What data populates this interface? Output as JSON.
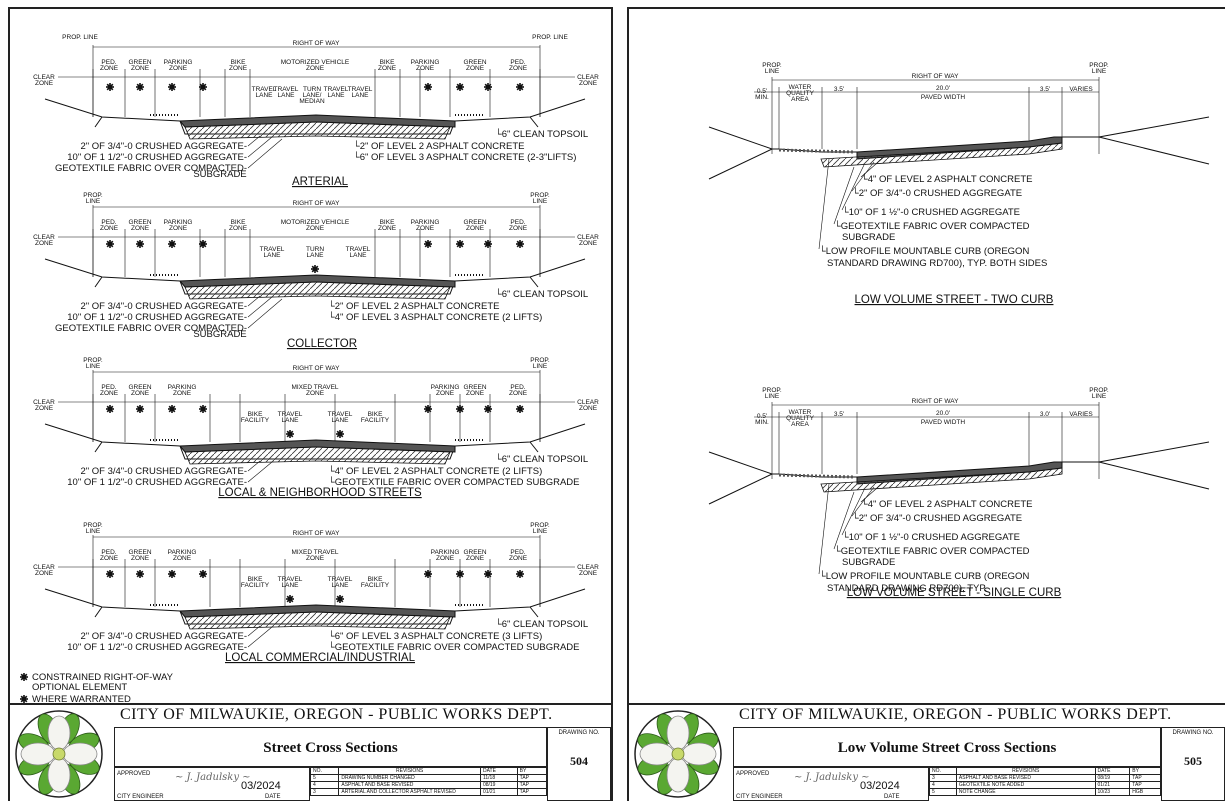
{
  "common": {
    "prop_line": "PROP. LINE",
    "prop_line_stacked": [
      "PROP.",
      "LINE"
    ],
    "right_of_way": "RIGHT OF WAY",
    "clear_zone": [
      "CLEAR",
      "ZONE"
    ],
    "ped_zone": [
      "PED.",
      "ZONE"
    ],
    "green_zone": [
      "GREEN",
      "ZONE"
    ],
    "parking_zone": [
      "PARKING",
      "ZONE"
    ],
    "bike_zone": [
      "BIKE",
      "ZONE"
    ],
    "clean_topsoil": "6\" CLEAN TOPSOIL",
    "subgrade": "SUBGRADE"
  },
  "left_sheet": {
    "sections": [
      {
        "title": "ARTERIAL",
        "center_label": [
          "MOTORIZED VEHICLE",
          "ZONE"
        ],
        "lane_labels": [
          "TRAVEL",
          "LANE",
          "TRAVEL",
          "LANE",
          "TURN",
          "LANE/",
          "MEDIAN",
          "TRAVEL",
          "LANE",
          "TRAVEL",
          "LANE"
        ],
        "callouts_left": [
          "2\" OF 3/4\"-0 CRUSHED AGGREGATE",
          "10\" OF 1 1/2\"-0 CRUSHED AGGREGATE",
          "GEOTEXTILE FABRIC OVER COMPACTED"
        ],
        "callouts_right": [
          "2\" OF LEVEL 2 ASPHALT CONCRETE",
          "6\" OF LEVEL 3 ASPHALT CONCRETE (2-3\"LIFTS)"
        ]
      },
      {
        "title": "COLLECTOR",
        "center_label": [
          "MOTORIZED VEHICLE",
          "ZONE"
        ],
        "lane_labels": [
          "TRAVEL",
          "LANE",
          "TURN",
          "LANE",
          "TRAVEL",
          "LANE"
        ],
        "callouts_left": [
          "2\" OF 3/4\"-0 CRUSHED AGGREGATE",
          "10\" OF 1 1/2\"-0 CRUSHED AGGREGATE",
          "GEOTEXTILE FABRIC OVER COMPACTED"
        ],
        "callouts_right": [
          "2\" OF LEVEL 2 ASPHALT CONCRETE",
          "4\" OF LEVEL 3 ASPHALT CONCRETE (2 LIFTS)"
        ]
      },
      {
        "title": "LOCAL & NEIGHBORHOOD STREETS",
        "center_label": [
          "MIXED TRAVEL",
          "ZONE"
        ],
        "lane_labels": [
          "BIKE",
          "FACILITY",
          "TRAVEL",
          "LANE",
          "TRAVEL",
          "LANE",
          "BIKE",
          "FACILITY"
        ],
        "callouts_left": [
          "2\" OF 3/4\"-0 CRUSHED AGGREGATE",
          "10\" OF 1 1/2\"-0 CRUSHED AGGREGATE"
        ],
        "callouts_right": [
          "4\" OF LEVEL 2 ASPHALT CONCRETE (2 LIFTS)",
          "GEOTEXTILE FABRIC OVER COMPACTED SUBGRADE"
        ]
      },
      {
        "title": "LOCAL COMMERCIAL/INDUSTRIAL",
        "center_label": [
          "MIXED TRAVEL",
          "ZONE"
        ],
        "lane_labels": [
          "BIKE",
          "FACILITY",
          "TRAVEL",
          "LANE",
          "TRAVEL",
          "LANE",
          "BIKE",
          "FACILITY"
        ],
        "callouts_left": [
          "2\" OF 3/4\"-0 CRUSHED AGGREGATE",
          "10\" OF 1 1/2\"-0 CRUSHED AGGREGATE"
        ],
        "callouts_right": [
          "6\" OF LEVEL 3 ASPHALT CONCRETE (3 LIFTS)",
          "GEOTEXTILE FABRIC OVER COMPACTED SUBGRADE"
        ]
      }
    ],
    "legend": [
      "CONSTRAINED RIGHT-OF-WAY",
      "OPTIONAL ELEMENT",
      "WHERE WARRANTED"
    ],
    "title_block": {
      "city": "CITY OF MILWAUKIE, OREGON - PUBLIC WORKS DEPT.",
      "sheet_title": "Street Cross Sections",
      "drawing_no_label": "DRAWING NO.",
      "drawing_no": "504",
      "approved_label": "APPROVED",
      "date": "03/2024",
      "engineer_label": "CITY ENGINEER",
      "date_label": "DATE",
      "rev_headers": [
        "NO.",
        "REVISIONS",
        "DATE",
        "BY"
      ],
      "revisions": [
        [
          "5",
          "DRAWING NUMBER CHANGED",
          "11/18",
          "TAP"
        ],
        [
          "4",
          "ASPHALT AND BASE REVISED",
          "08/19",
          "TAP"
        ],
        [
          "3",
          "ARTERIAL AND COLLECTOR ASPHALT REVISED",
          "01/21",
          "TAP"
        ]
      ]
    }
  },
  "right_sheet": {
    "sections": [
      {
        "title": "LOW VOLUME STREET - TWO CURB",
        "dims": [
          "0.5'",
          "MIN.",
          "3.5'",
          "20.0'",
          "PAVED WIDTH",
          "3.5'",
          "VARIES"
        ],
        "water_quality": [
          "WATER",
          "QUALITY",
          "AREA"
        ],
        "callouts": [
          "4\" OF LEVEL 2 ASPHALT CONCRETE",
          "2\" OF 3/4\"-0 CRUSHED AGGREGATE",
          "10\" OF 1 ½\"-0 CRUSHED AGGREGATE",
          "GEOTEXTILE FABRIC OVER COMPACTED",
          "SUBGRADE",
          "LOW PROFILE MOUNTABLE CURB (OREGON",
          "STANDARD DRAWING RD700), TYP. BOTH SIDES"
        ]
      },
      {
        "title": "LOW VOLUME STREET - SINGLE CURB",
        "dims": [
          "0.5'",
          "MIN.",
          "3.5'",
          "20.0'",
          "PAVED WIDTH",
          "3.0'",
          "VARIES"
        ],
        "water_quality": [
          "WATER",
          "QUALITY",
          "AREA"
        ],
        "callouts": [
          "4\" OF LEVEL 2 ASPHALT CONCRETE",
          "2\" OF 3/4\"-0 CRUSHED AGGREGATE",
          "10\" OF 1 ½\"-0 CRUSHED AGGREGATE",
          "GEOTEXTILE FABRIC OVER COMPACTED",
          "SUBGRADE",
          "LOW PROFILE MOUNTABLE CURB (OREGON",
          "STANDARD DRAWING RD700), TYP."
        ]
      }
    ],
    "title_block": {
      "city": "CITY OF MILWAUKIE, OREGON - PUBLIC WORKS DEPT.",
      "sheet_title": "Low Volume Street Cross Sections",
      "drawing_no_label": "DRAWING NO.",
      "drawing_no": "505",
      "approved_label": "APPROVED",
      "date": "03/2024",
      "engineer_label": "CITY ENGINEER",
      "date_label": "DATE",
      "rev_headers": [
        "NO.",
        "REVISIONS",
        "DATE",
        "BY"
      ],
      "revisions": [
        [
          "3",
          "ASPHALT AND BASE REVISED",
          "08/19",
          "TAP"
        ],
        [
          "4",
          "GEOTEXTILE NOTE ADDED",
          "01/21",
          "TAP"
        ],
        [
          "5",
          "NOTE CHANGE",
          "10/23",
          "HGB"
        ]
      ]
    }
  }
}
